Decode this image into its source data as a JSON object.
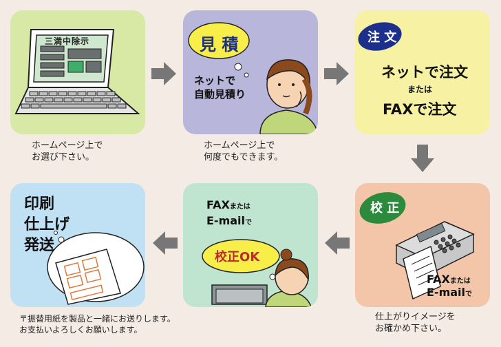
{
  "steps": {
    "homepage": {
      "screen_text": "三満中除示",
      "caption": [
        "ホームページ上で",
        "お選び下さい。"
      ]
    },
    "estimate": {
      "bubble": "見 積",
      "text": [
        "ネットで",
        "自動見積り"
      ],
      "caption": [
        "ホームページ上で",
        "何度でもできます。"
      ]
    },
    "order": {
      "badge": "注 文",
      "line1": "ネットで注文",
      "line2": "または",
      "line3": "FAXで注文"
    },
    "proof": {
      "badge": "校 正",
      "fax": "FAX",
      "mataha": "または",
      "email": "E-mail",
      "de": "で",
      "caption": [
        "仕上がりイメージを",
        "お確かめ下さい。"
      ]
    },
    "approval": {
      "fax": "FAX",
      "mataha": "または",
      "email": "E-mail",
      "de": "で",
      "bubble": "校正OK"
    },
    "delivery": {
      "text": [
        "印刷",
        "仕上げ",
        "発送"
      ],
      "caption": [
        "〒振替用紙を製品と一緒にお送りします。",
        "お支払いよろしくお願いします。"
      ]
    }
  },
  "colors": {
    "homepage": "#d8e9a6",
    "estimate": "#b9b6dc",
    "order": "#f7f1a3",
    "proof": "#f3c6a9",
    "approval": "#bfe4cf",
    "delivery": "#bfe1f3",
    "arrow": "#777777",
    "badge_blue": "#1d2f8c",
    "badge_green": "#2c8a3c",
    "bubble_yellow": "#f8ee49"
  }
}
